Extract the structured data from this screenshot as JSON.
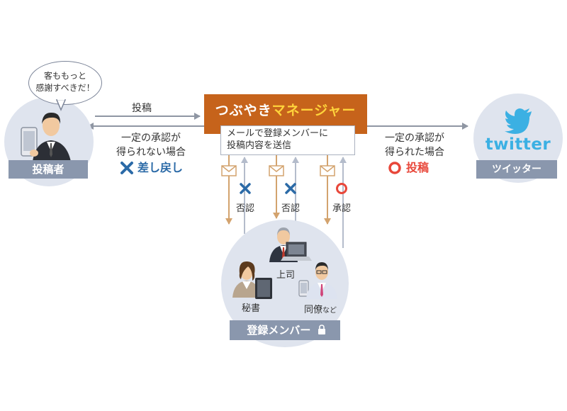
{
  "poster": {
    "bubble_line1": "客ももっと",
    "bubble_line2": "感謝すべきだ！",
    "band": "投稿者"
  },
  "manager": {
    "title_part1": "つぶやき",
    "title_part2": "マネージャー",
    "note_line1": "メールで登録メンバーに",
    "note_line2": "投稿内容を送信"
  },
  "left_flow": {
    "post_label": "投稿",
    "reject_line1": "一定の承認が",
    "reject_line2": "得られない場合",
    "reject_result": "差し戻し"
  },
  "right_flow": {
    "approve_line1": "一定の承認が",
    "approve_line2": "得られた場合",
    "approve_result": "投稿"
  },
  "twitter": {
    "logo_text": "twitter",
    "band": "ツイッター"
  },
  "votes": [
    {
      "label": "否認",
      "mark": "cross"
    },
    {
      "label": "否認",
      "mark": "cross"
    },
    {
      "label": "承認",
      "mark": "circle"
    }
  ],
  "members": {
    "boss": "上司",
    "secretary": "秘書",
    "colleague_main": "同僚",
    "colleague_suffix": "など",
    "band": "登録メンバー"
  },
  "colors": {
    "manager_orange": "#c6631b",
    "manager_yellow": "#ffd43b",
    "cross_blue": "#2b6aa7",
    "approve_red": "#e8473a",
    "twitter_blue": "#3bb0e3",
    "band_gray": "#8a97ad",
    "arrow_tan": "#d3a36e",
    "arrow_gray": "#9aa1ae"
  }
}
